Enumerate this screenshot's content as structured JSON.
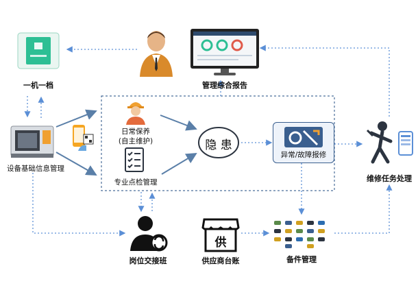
{
  "nodes": {
    "one_machine_one_file": "一机一档",
    "management_report": "管理综合报告",
    "equipment_info_mgmt": "设备基础信息管理",
    "daily_maintenance_line1": "日常保养",
    "daily_maintenance_line2": "(自主维护)",
    "spot_inspection_mgmt": "专业点检管理",
    "hidden_danger": "隐 患",
    "fault_repair": "异常/故障报修",
    "repair_task": "维修任务处理",
    "shift_handover": "岗位交接班",
    "supplier_ledger": "供应商台账",
    "spare_parts_mgmt": "备件管理"
  },
  "supplier_icon_char": "供",
  "colors": {
    "arrow_dotted": "#5b8fd6",
    "arrow_solid": "#5a7fa8",
    "dashed_box": "#4a6d9a",
    "green_card": "#2dbf94",
    "repair_icon_bg": "#3a5f8f"
  }
}
